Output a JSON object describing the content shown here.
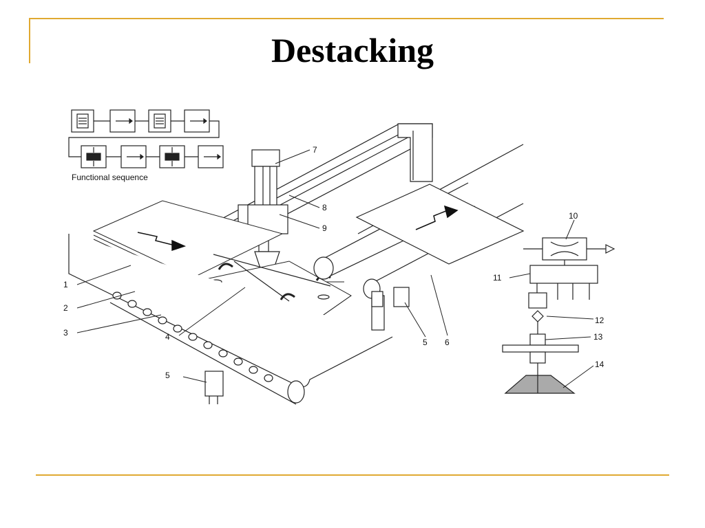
{
  "slide": {
    "title": "Destacking"
  },
  "diagram": {
    "sequence_label": "Functional sequence",
    "callouts": [
      "1",
      "2",
      "3",
      "4",
      "5",
      "5",
      "6",
      "7",
      "8",
      "9",
      "10",
      "11",
      "12",
      "13",
      "14"
    ]
  },
  "colors": {
    "accent": "#e0a930",
    "ink": "#111111"
  }
}
